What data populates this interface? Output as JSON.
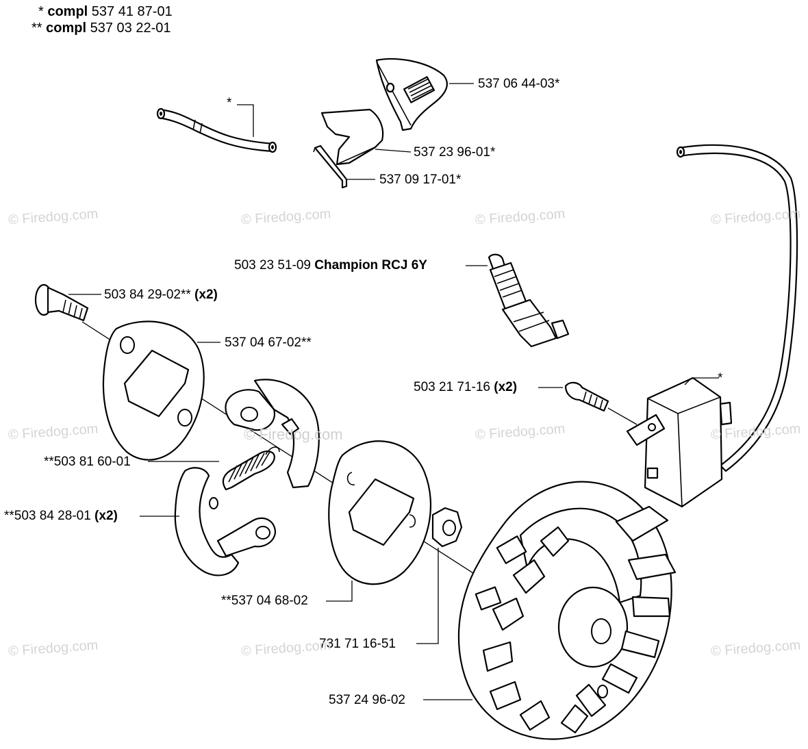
{
  "header": {
    "line1_prefix": "* ",
    "line1_bold": "compl",
    "line1_number": " 537 41 87-01",
    "line2_prefix": "** ",
    "line2_bold": "compl",
    "line2_number": " 537 03 22-01"
  },
  "parts": {
    "cover": "537 06 44-03*",
    "fuel_hose_star": "*",
    "plate": "537 23 96-01*",
    "wire_clip": "537 09 17-01*",
    "spark_plug_number": "503 23 51-09 ",
    "spark_plug_brand": "Champion RCJ 6Y",
    "screw_top": "503 84 29-02**",
    "screw_top_qty": " (x2)",
    "washer_plate_top": "537 04 67-02**",
    "ignition_screw": "503 21 71-16",
    "ignition_screw_qty": " (x2)",
    "ignition_module_star": "*",
    "spring": "**503 81 60-01",
    "clutch_shoe": "**503 84 28-01",
    "clutch_shoe_qty": " (x2)",
    "washer_plate_bottom": "**537 04 68-02",
    "nut": "731 71 16-51",
    "flywheel": "537 24 96-02"
  },
  "watermark": "© Firedog.com"
}
